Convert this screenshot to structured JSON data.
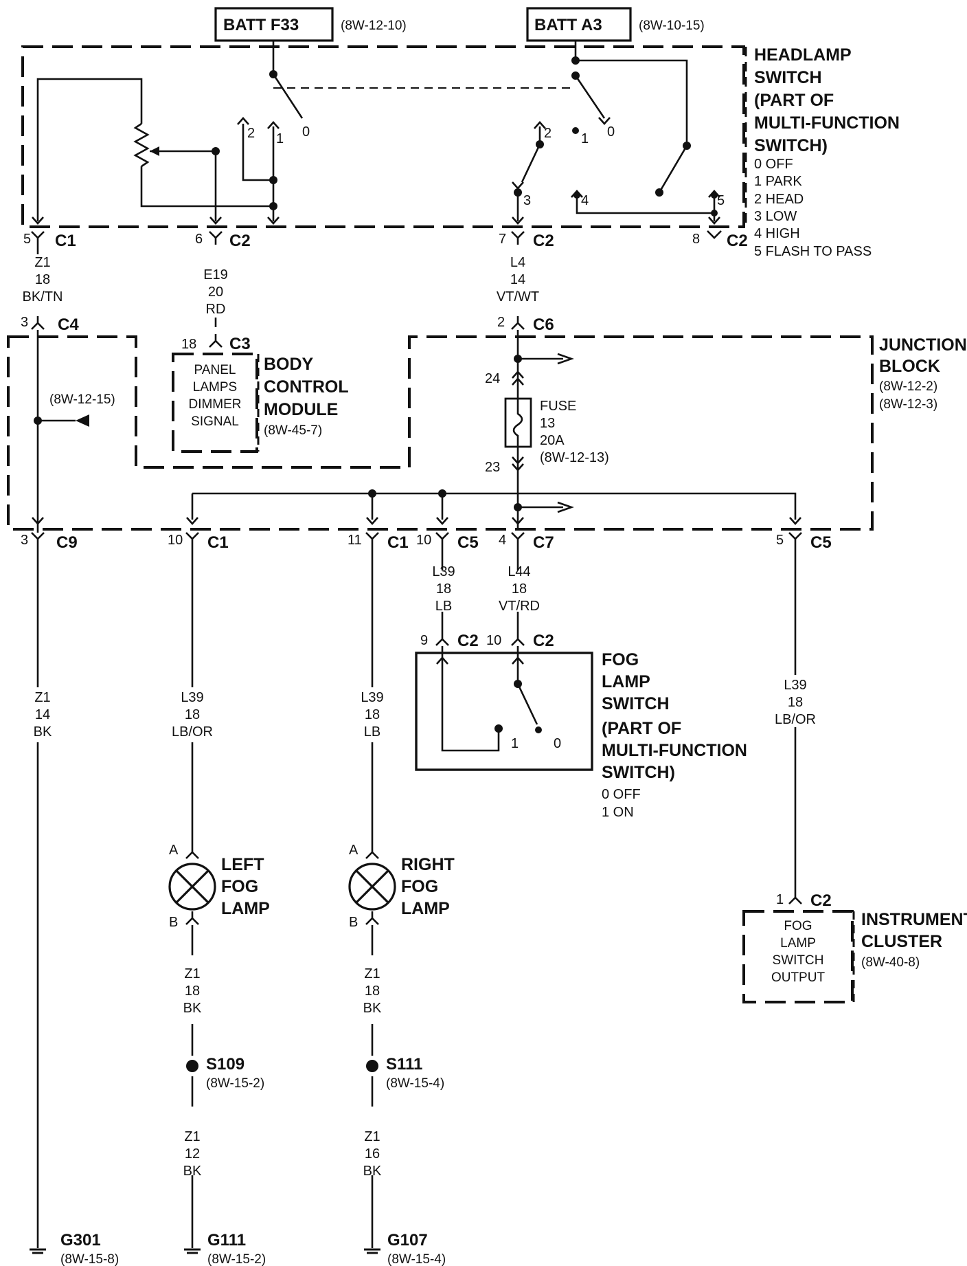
{
  "sources": {
    "batt_f33": {
      "label": "BATT F33",
      "ref": "(8W-12-10)"
    },
    "batt_a3": {
      "label": "BATT A3",
      "ref": "(8W-10-15)"
    }
  },
  "headlamp_switch": {
    "title": [
      "HEADLAMP",
      "SWITCH",
      "(PART OF",
      "MULTI-FUNCTION",
      "SWITCH)"
    ],
    "positions": [
      "0 OFF",
      "1 PARK",
      "2 HEAD",
      "3 LOW",
      "4 HIGH",
      "5 FLASH TO PASS"
    ],
    "contacts": [
      "0",
      "1",
      "2",
      "0",
      "1",
      "2",
      "3",
      "4",
      "5"
    ]
  },
  "connectors": {
    "hs_c1": {
      "pin": "5",
      "name": "C1"
    },
    "hs_c2a": {
      "pin": "6",
      "name": "C2"
    },
    "hs_c2b": {
      "pin": "7",
      "name": "C2"
    },
    "hs_c2c": {
      "pin": "8",
      "name": "C2"
    },
    "c4": {
      "pin": "3",
      "name": "C4"
    },
    "c3": {
      "pin": "18",
      "name": "C3"
    },
    "c6": {
      "pin": "2",
      "name": "C6"
    },
    "c9": {
      "pin": "3",
      "name": "C9"
    },
    "c1_10": {
      "pin": "10",
      "name": "C1"
    },
    "c1_11": {
      "pin": "11",
      "name": "C1"
    },
    "c5_10": {
      "pin": "10",
      "name": "C5"
    },
    "c7": {
      "pin": "4",
      "name": "C7"
    },
    "c5_5": {
      "pin": "5",
      "name": "C5"
    },
    "fs_c2_9": {
      "pin": "9",
      "name": "C2"
    },
    "fs_c2_10": {
      "pin": "10",
      "name": "C2"
    },
    "ic_c2": {
      "pin": "1",
      "name": "C2"
    },
    "left_a": {
      "pin": "A"
    },
    "left_b": {
      "pin": "B"
    },
    "right_a": {
      "pin": "A"
    },
    "right_b": {
      "pin": "B"
    }
  },
  "wires": {
    "z1_18_bktn": [
      "Z1",
      "18",
      "BK/TN"
    ],
    "e19": [
      "E19",
      "20",
      "RD"
    ],
    "l4": [
      "L4",
      "14",
      "VT/WT"
    ],
    "z1_14": [
      "Z1",
      "14",
      "BK"
    ],
    "l39_lbor_left": [
      "L39",
      "18",
      "LB/OR"
    ],
    "l39_lb_right": [
      "L39",
      "18",
      "LB"
    ],
    "l39_lb_switch": [
      "L39",
      "18",
      "LB"
    ],
    "l44": [
      "L44",
      "18",
      "VT/RD"
    ],
    "l39_lbor_ic": [
      "L39",
      "18",
      "LB/OR"
    ],
    "z1_18_left": [
      "Z1",
      "18",
      "BK"
    ],
    "z1_12_left": [
      "Z1",
      "12",
      "BK"
    ],
    "z1_18_right": [
      "Z1",
      "18",
      "BK"
    ],
    "z1_16_right": [
      "Z1",
      "16",
      "BK"
    ]
  },
  "bcm": {
    "title": [
      "BODY",
      "CONTROL",
      "MODULE"
    ],
    "ref": "(8W-45-7)",
    "inner": [
      "PANEL",
      "LAMPS",
      "DIMMER",
      "SIGNAL"
    ]
  },
  "junction_block": {
    "title": [
      "JUNCTION",
      "BLOCK"
    ],
    "refs": [
      "(8W-12-2)",
      "(8W-12-3)"
    ],
    "ref_left": "(8W-12-15)",
    "fuse": [
      "FUSE",
      "13",
      "20A",
      "(8W-12-13)"
    ],
    "pin_top": "24",
    "pin_bottom": "23"
  },
  "fog_switch": {
    "title": [
      "FOG",
      "LAMP",
      "SWITCH",
      "(PART OF",
      "MULTI-FUNCTION",
      "SWITCH)"
    ],
    "positions": [
      "0 OFF",
      "1 ON"
    ],
    "contacts": [
      "1",
      "0"
    ]
  },
  "lamps": {
    "left": [
      "LEFT",
      "FOG",
      "LAMP"
    ],
    "right": [
      "RIGHT",
      "FOG",
      "LAMP"
    ]
  },
  "instrument_cluster": {
    "title": [
      "INSTRUMENT",
      "CLUSTER"
    ],
    "ref": "(8W-40-8)",
    "inner": [
      "FOG",
      "LAMP",
      "SWITCH",
      "OUTPUT"
    ]
  },
  "splices": {
    "s109": {
      "name": "S109",
      "ref": "(8W-15-2)"
    },
    "s111": {
      "name": "S111",
      "ref": "(8W-15-4)"
    }
  },
  "grounds": {
    "g301": {
      "name": "G301",
      "ref": "(8W-15-8)"
    },
    "g111": {
      "name": "G111",
      "ref": "(8W-15-2)"
    },
    "g107": {
      "name": "G107",
      "ref": "(8W-15-4)"
    }
  }
}
